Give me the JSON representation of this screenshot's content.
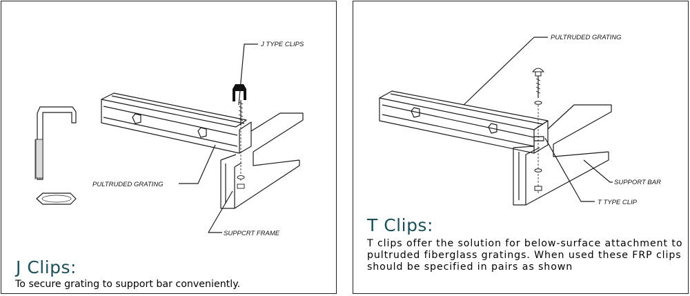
{
  "left_panel": {
    "labels": {
      "j_type_clips": "J TYPE CLIPS",
      "pultruded_grating": "PULTRUDED GRATING",
      "support_frame": "SUPPCRT FRAME"
    },
    "heading": "J Clips:",
    "description": "To secure grating to support bar conveniently."
  },
  "right_panel": {
    "labels": {
      "pultruded_grating": "PULTRUDED GRATING",
      "support_bar": "SUPPORT BAR",
      "t_type_clip": "T TYPE CLIP"
    },
    "heading": "T Clips:",
    "description": "T clips offer the solution for below-surface attachment to pultruded fiberglass gratings. When used these FRP clips should be specified in pairs as shown"
  },
  "colors": {
    "heading": "#1c4f57",
    "border": "#1f1f1f",
    "line": "#1a1a1a"
  }
}
